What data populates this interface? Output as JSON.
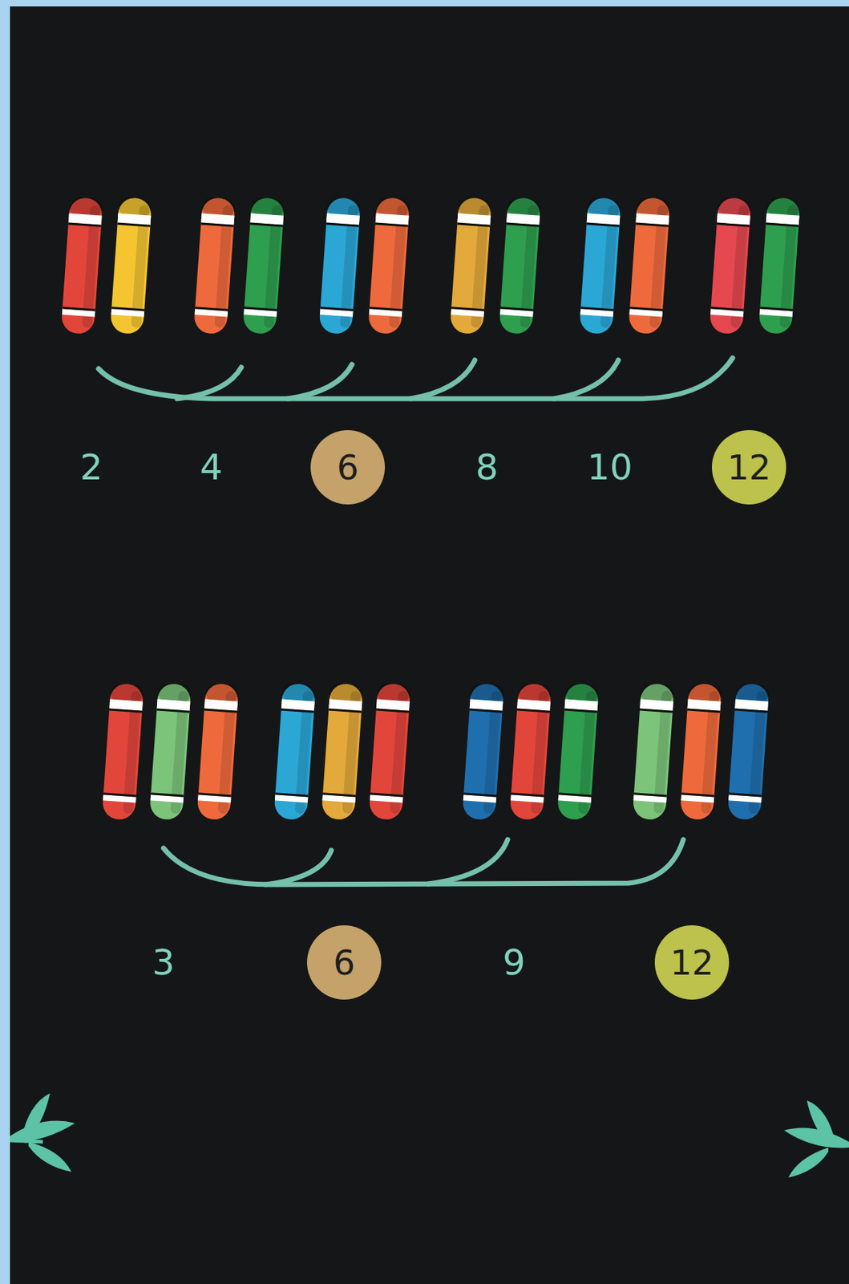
{
  "diagram": {
    "nodes": [
      {
        "text": [
          "6"
        ]
      },
      {
        "text": [
          "12"
        ]
      },
      {
        "text": [
          "6"
        ]
      },
      {
        "text": [
          "12"
        ]
      }
    ],
    "labels": [
      "2",
      "4",
      "8",
      "10",
      "3",
      "9"
    ]
  }
}
